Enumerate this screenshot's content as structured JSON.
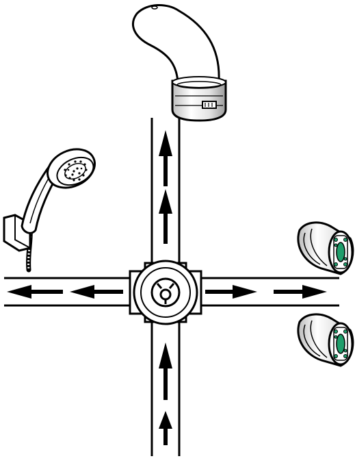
{
  "diagram": {
    "components": [
      {
        "id": "spout",
        "icon": "bath-spout-icon"
      },
      {
        "id": "handshower",
        "icon": "handshower-icon"
      },
      {
        "id": "diverter-valve",
        "icon": "diverter-valve-icon"
      },
      {
        "id": "diverter-cartridge-upper",
        "icon": "diverter-cartridge-icon"
      },
      {
        "id": "diverter-cartridge-lower",
        "icon": "diverter-cartridge-icon"
      }
    ],
    "flows": [
      {
        "from": "inlet-bottom",
        "to": "diverter-valve",
        "direction": "up"
      },
      {
        "from": "diverter-valve",
        "to": "spout",
        "direction": "up"
      },
      {
        "from": "diverter-valve",
        "to": "handshower",
        "direction": "left"
      },
      {
        "from": "diverter-valve",
        "to": "outlet-right",
        "direction": "right"
      }
    ],
    "colors": {
      "line": "#000000",
      "background": "#ffffff",
      "cartridge_accent": "#1f9e6b"
    }
  }
}
